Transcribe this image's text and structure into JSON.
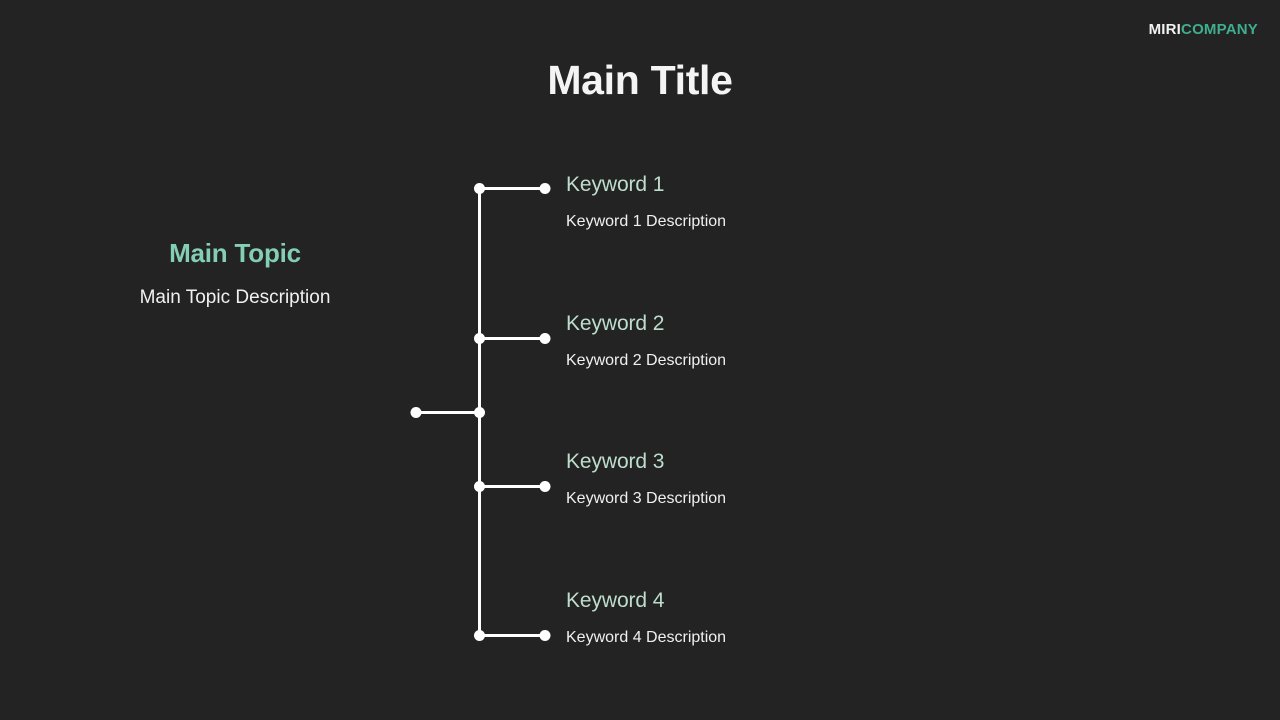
{
  "slide": {
    "background_color": "#232323",
    "accent_color": "#83ceb4",
    "keyword_color": "#bcdecd",
    "text_color": "#f0f0f0",
    "logo_accent_color": "#3fae8e"
  },
  "brand": {
    "name_primary": "MIRI",
    "name_secondary": "COMPANY"
  },
  "header": {
    "title": "Main Title"
  },
  "main_topic": {
    "title": "Main Topic",
    "description": "Main Topic Description"
  },
  "keywords": [
    {
      "title": "Keyword 1",
      "description": "Keyword 1 Description"
    },
    {
      "title": "Keyword 2",
      "description": "Keyword 2 Description"
    },
    {
      "title": "Keyword 3",
      "description": "Keyword 3 Description"
    },
    {
      "title": "Keyword 4",
      "description": "Keyword 4 Description"
    }
  ]
}
